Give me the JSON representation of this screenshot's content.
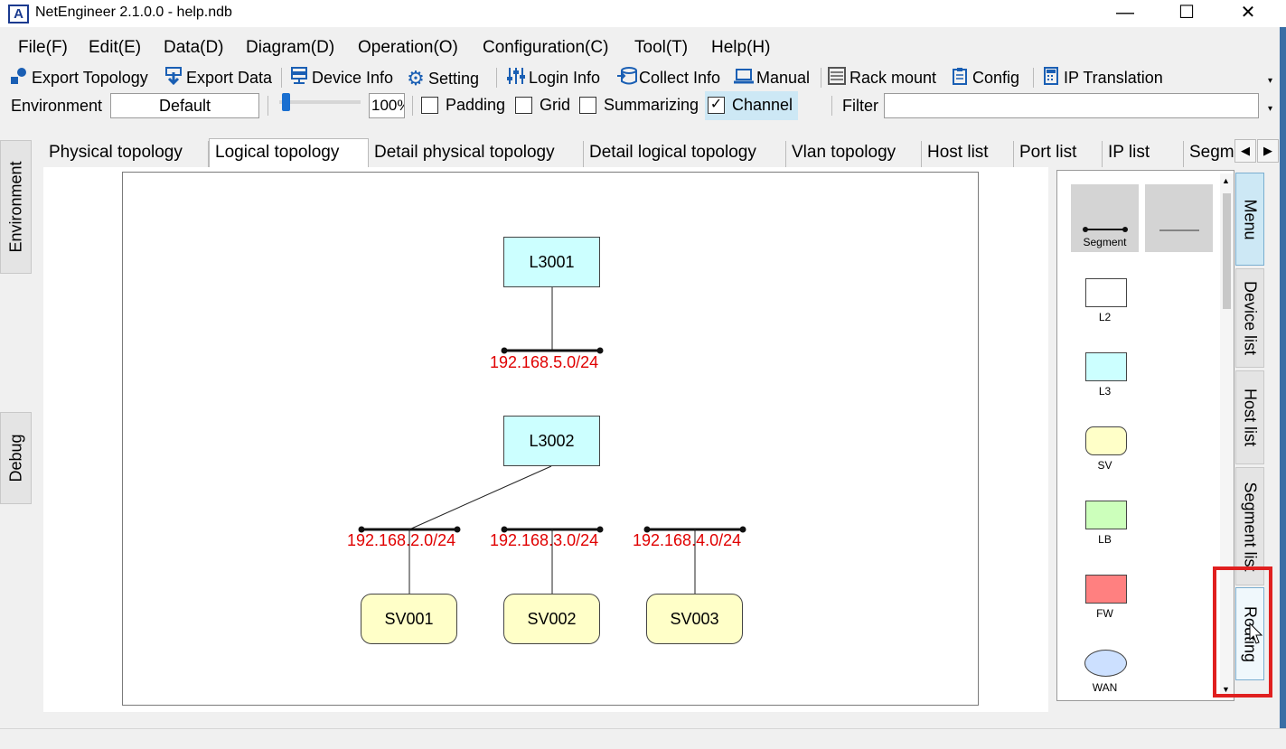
{
  "window": {
    "title": "NetEngineer 2.1.0.0  - help.ndb",
    "app_icon_letter": "A",
    "controls": [
      "—",
      "☐",
      "✕"
    ]
  },
  "menu": [
    "File(F)",
    "Edit(E)",
    "Data(D)",
    "Diagram(D)",
    "Operation(O)",
    "Configuration(C)",
    "Tool(T)",
    "Help(H)"
  ],
  "toolbar": {
    "items": [
      {
        "label": "Export Topology",
        "icon": "export-topology-icon"
      },
      {
        "label": "Export Data",
        "icon": "export-data-icon"
      },
      {
        "label": "Device Info",
        "icon": "device-info-icon"
      },
      {
        "label": "Setting",
        "icon": "gear-icon"
      },
      {
        "label": "Login Info",
        "icon": "sliders-icon"
      },
      {
        "label": "Collect Info",
        "icon": "database-icon"
      },
      {
        "label": "Manual",
        "icon": "laptop-icon"
      },
      {
        "label": "Rack mount",
        "icon": "rack-icon"
      },
      {
        "label": "Config",
        "icon": "clipboard-icon"
      },
      {
        "label": "IP Translation",
        "icon": "calculator-icon"
      }
    ]
  },
  "toolbar2": {
    "environment_label": "Environment",
    "environment_value": "Default",
    "zoom_value": "100%",
    "zoom_slider_level": 0.0,
    "checkboxes": [
      {
        "label": "Padding",
        "checked": false
      },
      {
        "label": "Grid",
        "checked": false
      },
      {
        "label": "Summarizing",
        "checked": false
      },
      {
        "label": "Channel",
        "checked": true
      }
    ],
    "filter_label": "Filter",
    "filter_value": ""
  },
  "tabs": [
    "Physical topology",
    "Logical topology",
    "Detail physical topology",
    "Detail logical topology",
    "Vlan topology",
    "Host list",
    "Port list",
    "IP list",
    "Segm"
  ],
  "active_tab": "Logical topology",
  "left_side_tabs": [
    "Environment",
    "Debug"
  ],
  "diagram": {
    "nodes": [
      {
        "id": "L3001",
        "kind": "L3"
      },
      {
        "id": "L3002",
        "kind": "L3"
      },
      {
        "id": "SV001",
        "kind": "SV"
      },
      {
        "id": "SV002",
        "kind": "SV"
      },
      {
        "id": "SV003",
        "kind": "SV"
      }
    ],
    "segments": [
      "192.168.5.0/24",
      "192.168.2.0/24",
      "192.168.3.0/24",
      "192.168.4.0/24"
    ]
  },
  "palette": [
    {
      "label": "Segment"
    },
    {
      "label": "L2",
      "color": "#ffffff"
    },
    {
      "label": "L3",
      "color": "#ccffff"
    },
    {
      "label": "SV",
      "color": "#ffffc8"
    },
    {
      "label": "LB",
      "color": "#ccffbb"
    },
    {
      "label": "FW",
      "color": "#ff8080"
    },
    {
      "label": "WAN",
      "color": "#cce0ff"
    }
  ],
  "right_side_tabs": [
    "Menu",
    "Device list",
    "Host list",
    "Segment list",
    "Routing"
  ],
  "colors": {
    "segment_text": "#e00000",
    "highlight": "#e02020",
    "accent": "#1a5fb4"
  }
}
